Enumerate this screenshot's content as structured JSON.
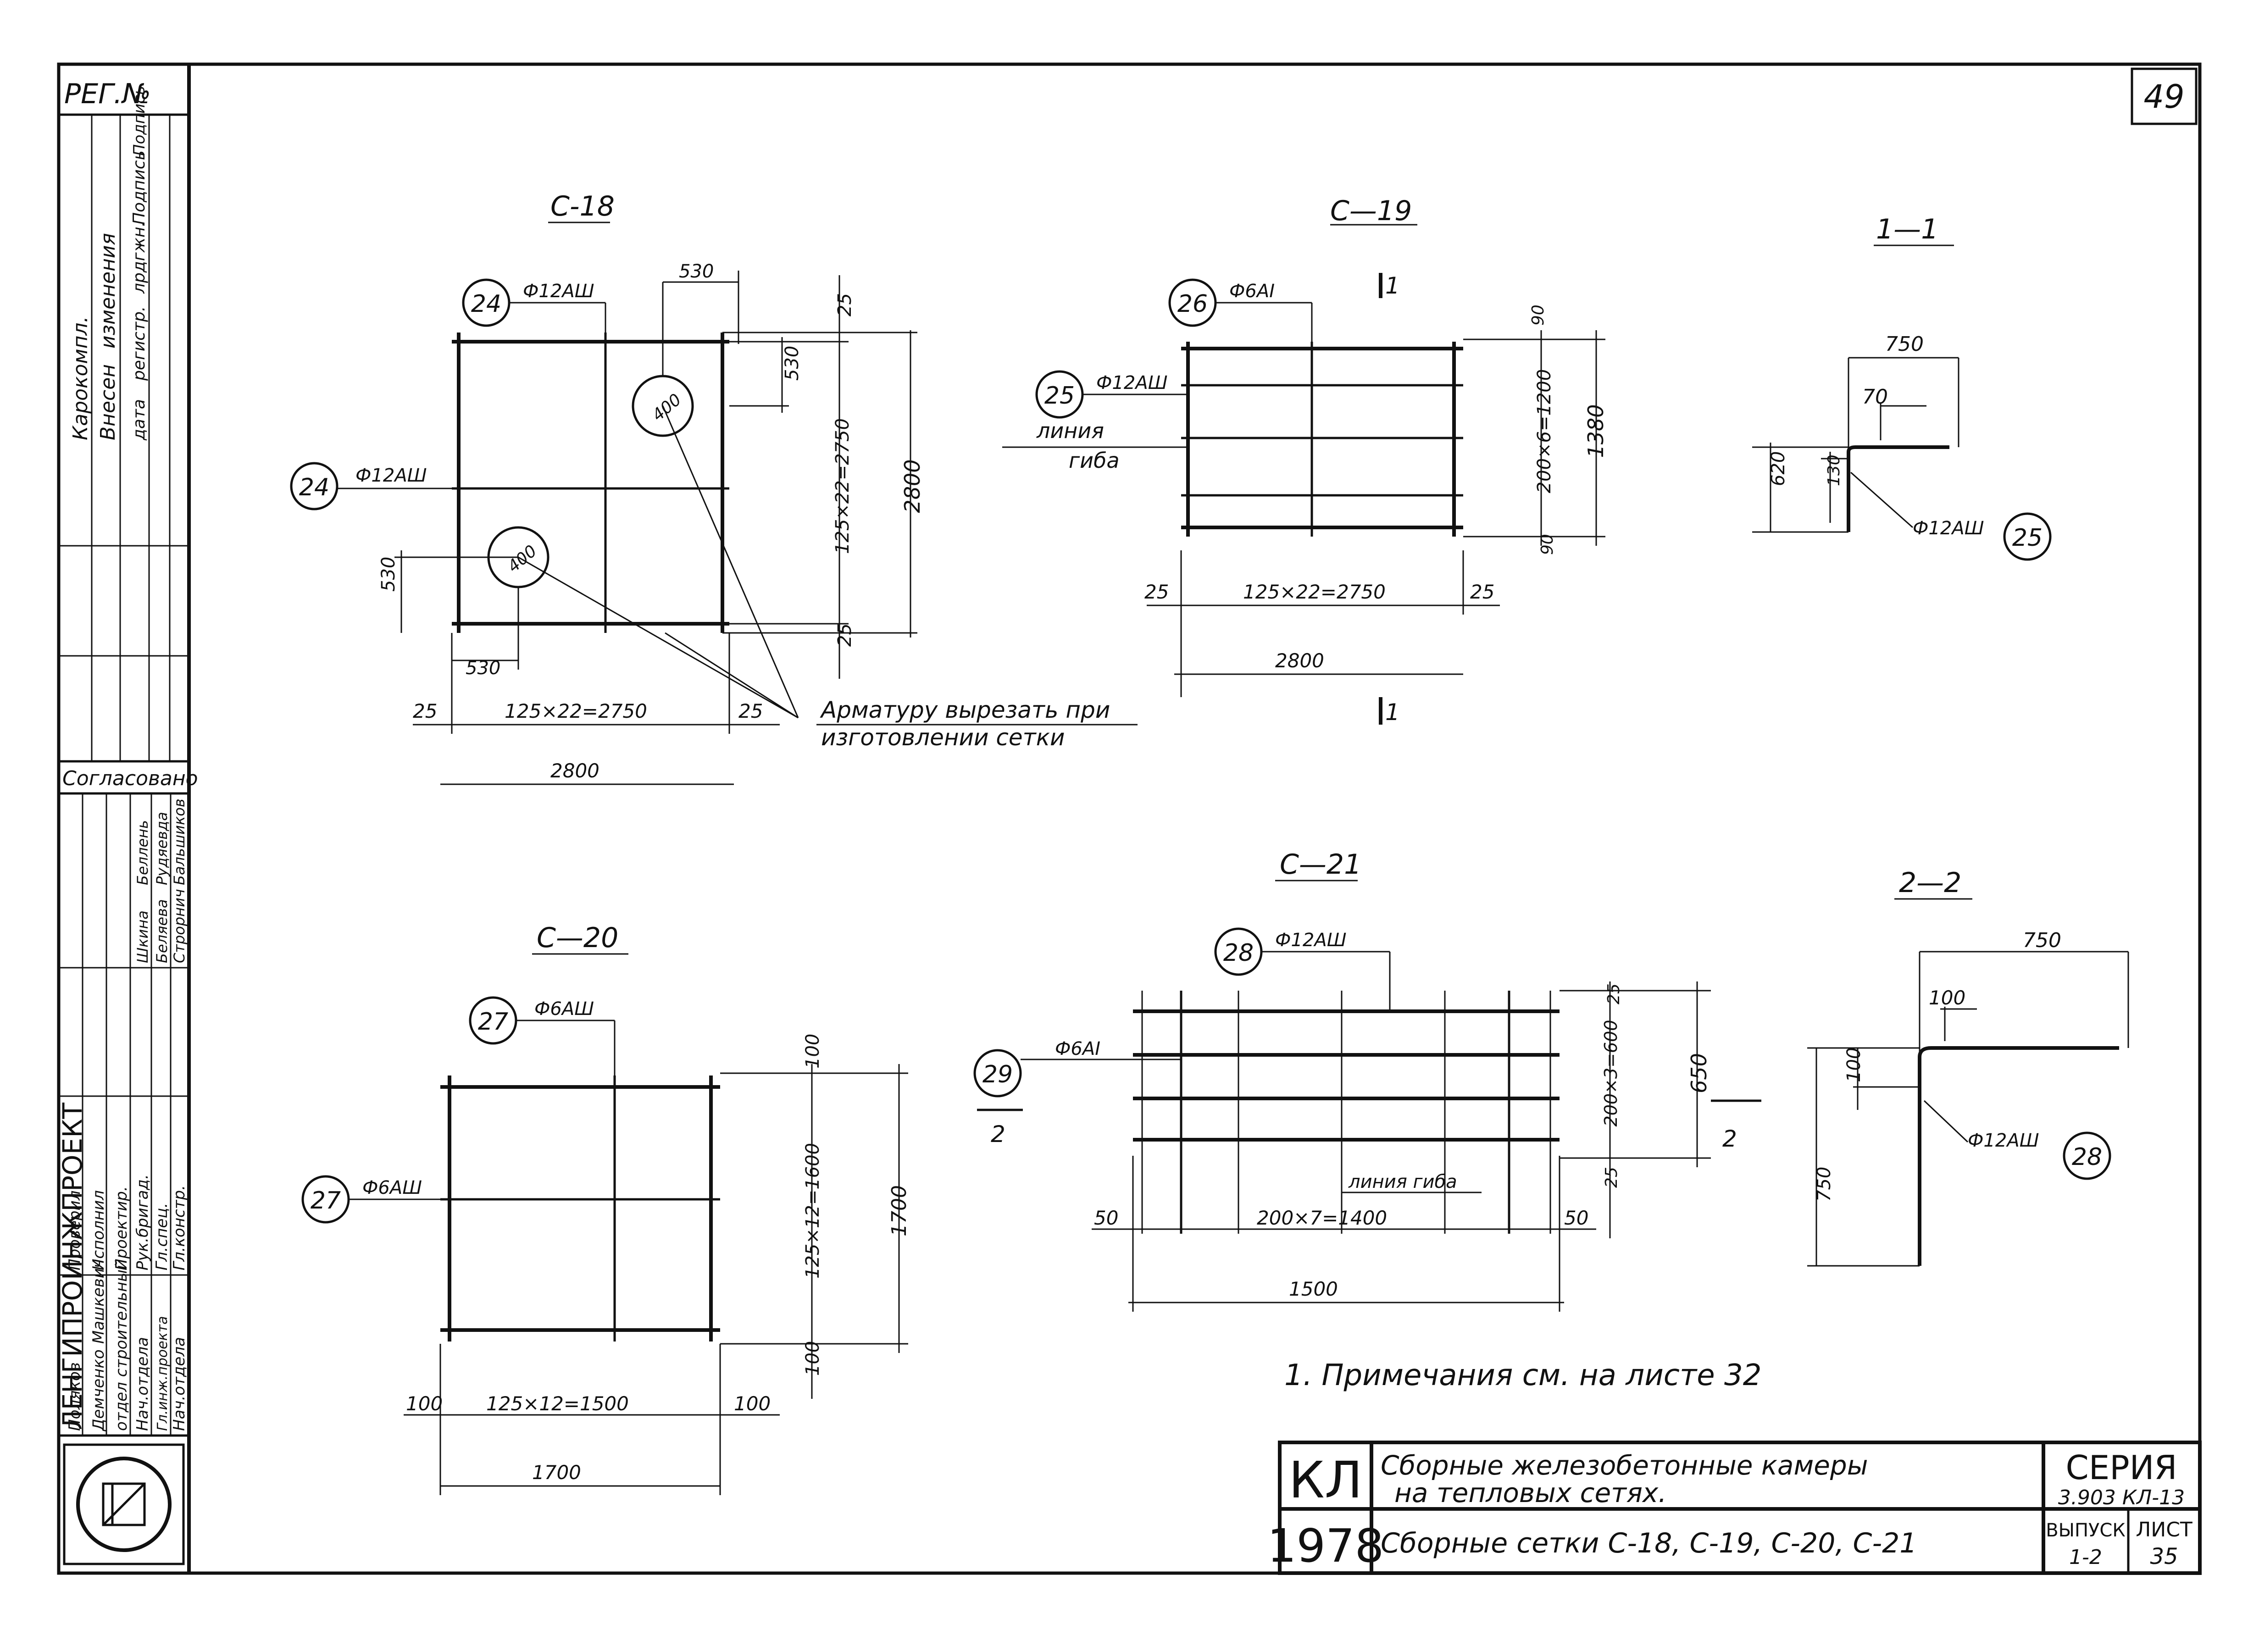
{
  "page_number": "49",
  "left_strip": {
    "reg_no": "РЕГ.№",
    "change_block": [
      "Карокомпл.",
      "Внесен",
      "изменения",
      "дата",
      "регистр.",
      "лрдгжн.",
      "Подпись",
      "Подпись"
    ],
    "agreed": "Согласовано",
    "agreed_names": [
      "Строрнич",
      "Бальшиков",
      "Беляева",
      "Рудяевда",
      "Шкина",
      "Беллень"
    ],
    "roles": [
      "Гл.констр.",
      "Гл.спец.",
      "Рук.бригад.",
      "Проектир.",
      "Исполнил",
      "Проверил"
    ],
    "org_dept": [
      "Нач.отдела",
      "Гл.инж.проекта",
      "Нач.отдела",
      "отдел строительный"
    ],
    "org_names": [
      "Демченко",
      "Машкевич",
      "Поляков"
    ],
    "org_name": "ЛЕНГИПРОИНЖПРОЕКТ"
  },
  "drawings": {
    "c18": {
      "title": "С-18",
      "pos_main": "24",
      "pos_side": "24",
      "bar_main": "Ф12АШ",
      "bar_side": "Ф12АШ",
      "hole": "400",
      "dim_top": "530",
      "dim_right_top": "530",
      "dim_side_top": "25",
      "dim_side_bottom": "25",
      "dim_side_vert": "125×22=2750",
      "dim_height": "2800",
      "dim_left": "530",
      "dim_bottom_small": "530",
      "dim_bottom_left": "25",
      "dim_bottom_mid": "125×22=2750",
      "dim_bottom_right": "25",
      "dim_total": "2800",
      "note_line1": "Арматуру вырезать при",
      "note_line2": "изготовлении сетки"
    },
    "c19": {
      "title": "С—19",
      "pos_top": "26",
      "bar_top": "Ф6АI",
      "pos_side": "25",
      "bar_side": "Ф12АШ",
      "bend_line1": "линия",
      "bend_line2": "гиба",
      "section_mark": "1",
      "dim_right_top": "90",
      "dim_right_mid": "200×6=1200",
      "dim_right_bottom": "90",
      "dim_height": "1380",
      "dim_bottom_left": "25",
      "dim_bottom_mid": "125×22=2750",
      "dim_bottom_right": "25",
      "dim_total": "2800"
    },
    "s11": {
      "title": "1—1",
      "dim_top": "750",
      "dim_inner": "70",
      "dim_left": "620",
      "dim_small": "130",
      "bar": "Ф12АШ",
      "pos": "25"
    },
    "c20": {
      "title": "С—20",
      "pos_top": "27",
      "bar_top": "Ф6АШ",
      "pos_side": "27",
      "bar_side": "Ф6АШ",
      "dim_top": "100",
      "dim_mid": "125×12=1600",
      "dim_bottom": "100",
      "dim_height": "1700",
      "dim_bottom_left": "100",
      "dim_bottom_mid": "125×12=1500",
      "dim_bottom_right": "100",
      "dim_total": "1700"
    },
    "c21": {
      "title": "С—21",
      "pos_top": "28",
      "bar_top": "Ф12АШ",
      "pos_side": "29",
      "bar_side": "Ф6АI",
      "section_mark": "2",
      "bend": "линия гиба",
      "dim_top": "25",
      "dim_mid": "200×3=600",
      "dim_bottom": "25",
      "dim_height": "650",
      "dim_bottom_left": "50",
      "dim_bottom_mid": "200×7=1400",
      "dim_bottom_right": "50",
      "dim_total": "1500"
    },
    "s22": {
      "title": "2—2",
      "dim_top": "750",
      "dim_inner": "100",
      "dim_small": "100",
      "dim_left": "750",
      "bar": "Ф12АШ",
      "pos": "28"
    }
  },
  "note": "1. Примечания см. на листе 32",
  "title_block": {
    "code": "КЛ",
    "year": "1978",
    "title_line1": "Сборные железобетонные камеры",
    "title_line2": "на тепловых сетях.",
    "sheet_title": "Сборные сетки С-18, С-19, С-20, С-21",
    "series_label": "СЕРИЯ",
    "series_value": "3.903 КЛ-13",
    "issue_label": "ВЫПУСК",
    "issue_value": "1-2",
    "sheet_label": "ЛИСТ",
    "sheet_value": "35"
  }
}
